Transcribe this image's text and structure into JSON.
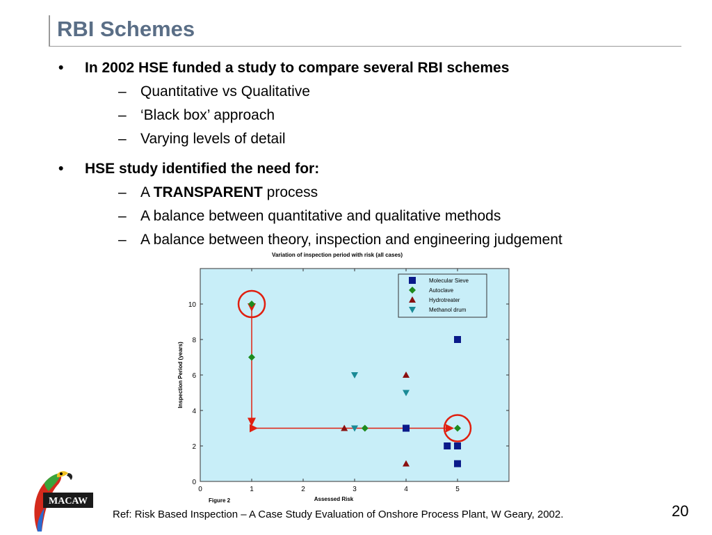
{
  "slide": {
    "title": "RBI Schemes",
    "page_number": "20"
  },
  "bullets": [
    {
      "marker": "•",
      "text": "In 2002 HSE funded a study to compare several RBI schemes",
      "subs": [
        {
          "dash": "–",
          "text": "Quantitative vs Qualitative"
        },
        {
          "dash": "–",
          "text": "‘Black box’ approach"
        },
        {
          "dash": "–",
          "text": "Varying levels of detail"
        }
      ]
    },
    {
      "marker": "•",
      "text": "HSE study identified the need for:",
      "subs": [
        {
          "dash": "–",
          "pre": "A ",
          "bold": "TRANSPARENT",
          "post": " process"
        },
        {
          "dash": "–",
          "text": "A balance between quantitative and qualitative methods"
        },
        {
          "dash": "–",
          "text": "A balance between theory, inspection and engineering judgement"
        }
      ]
    }
  ],
  "reference": "Ref: Risk Based Inspection – A Case Study Evaluation of Onshore Process Plant, W Geary, 2002.",
  "logo": {
    "text": "MACAW",
    "icon": "parrot-icon"
  },
  "colors": {
    "title": "#5a6e86",
    "plot_bg": "#c8eef8",
    "molecular_sieve": "#0a1a8a",
    "autoclave": "#1d8a1d",
    "hydrotreater": "#8a1010",
    "methanol_drum": "#1a8a96",
    "annotation": "#e02010"
  },
  "chart_data": {
    "type": "scatter",
    "title": "Variation of inspection period with risk (all cases)",
    "xlabel": "Assessed Risk",
    "ylabel": "Inspection Period (years)",
    "figure_caption": "Figure 2",
    "xlim": [
      0,
      6
    ],
    "ylim": [
      0,
      12
    ],
    "xticks": [
      0,
      1,
      2,
      3,
      4,
      5
    ],
    "yticks": [
      0,
      2,
      4,
      6,
      8,
      10
    ],
    "legend_position": "top-right",
    "series": [
      {
        "name": "Molecular Sieve",
        "marker": "square",
        "points": [
          [
            5,
            8
          ],
          [
            4,
            3
          ],
          [
            4.8,
            2
          ],
          [
            5,
            2
          ],
          [
            5,
            1
          ]
        ]
      },
      {
        "name": "Autoclave",
        "marker": "diamond",
        "points": [
          [
            1,
            10
          ],
          [
            1,
            7
          ],
          [
            3.2,
            3
          ],
          [
            5,
            3
          ]
        ]
      },
      {
        "name": "Hydrotreater",
        "marker": "triangle-up",
        "points": [
          [
            4,
            6
          ],
          [
            2.8,
            3
          ],
          [
            4,
            1
          ]
        ]
      },
      {
        "name": "Methanol drum",
        "marker": "triangle-down",
        "points": [
          [
            3,
            6
          ],
          [
            4,
            5
          ],
          [
            3,
            3
          ]
        ]
      }
    ],
    "annotations": {
      "circles": [
        [
          1,
          10
        ],
        [
          5,
          3
        ]
      ],
      "arrow_path": [
        [
          1,
          10
        ],
        [
          1,
          3
        ],
        [
          5,
          3
        ]
      ]
    }
  }
}
